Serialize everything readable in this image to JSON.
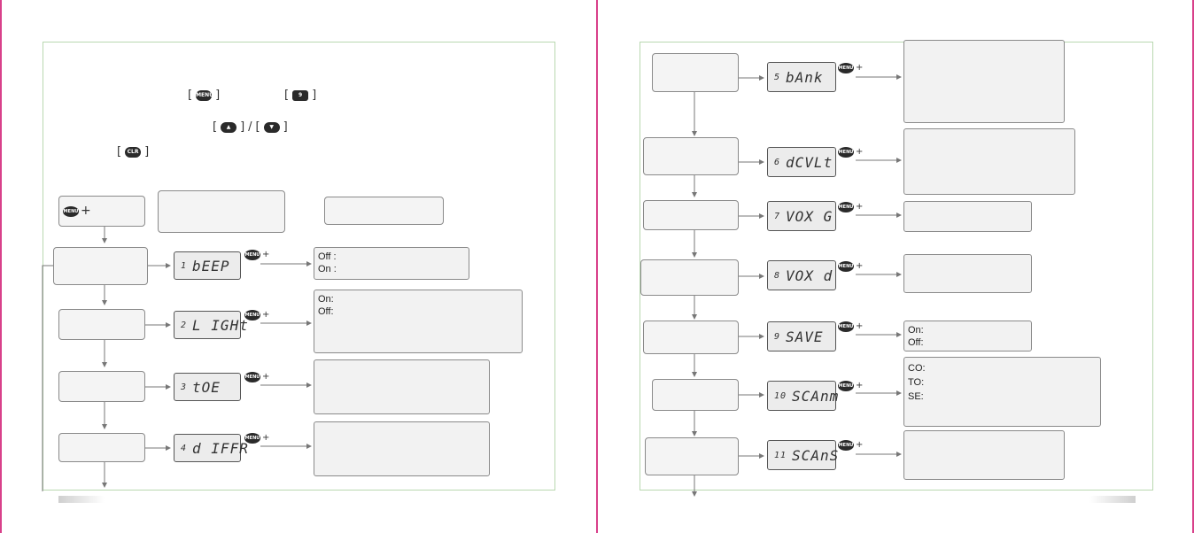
{
  "left_page": {
    "instructions": {
      "menu_key": "MENU",
      "nine_key": "9",
      "up_down_sep": "/",
      "clr_key": "CLR"
    },
    "header_menu_plus": "+",
    "items": [
      {
        "num": "1",
        "lcd": "bEEP",
        "options": [
          "Off :",
          "On :"
        ]
      },
      {
        "num": "2",
        "lcd": "L IGHt",
        "options": [
          "On:",
          "Off:"
        ]
      },
      {
        "num": "3",
        "lcd": "tOE",
        "options": []
      },
      {
        "num": "4",
        "lcd": "d IFFR",
        "options": []
      }
    ]
  },
  "right_page": {
    "items": [
      {
        "num": "5",
        "lcd": "bAnk",
        "options": []
      },
      {
        "num": "6",
        "lcd": "dCVLt",
        "options": []
      },
      {
        "num": "7",
        "lcd": "VOX G",
        "options": []
      },
      {
        "num": "8",
        "lcd": "VOX d",
        "options": []
      },
      {
        "num": "9",
        "lcd": "SAVE",
        "options": [
          "On:",
          "Off:"
        ]
      },
      {
        "num": "10",
        "lcd": "SCAnm",
        "options": [
          "CO:",
          "TO:",
          "SE:"
        ]
      },
      {
        "num": "11",
        "lcd": "SCAnS",
        "options": []
      }
    ]
  },
  "ui": {
    "menu_label": "MENU",
    "plus": "+",
    "accent_pink": "#d8408a",
    "frame_green": "#b9d8b0"
  }
}
